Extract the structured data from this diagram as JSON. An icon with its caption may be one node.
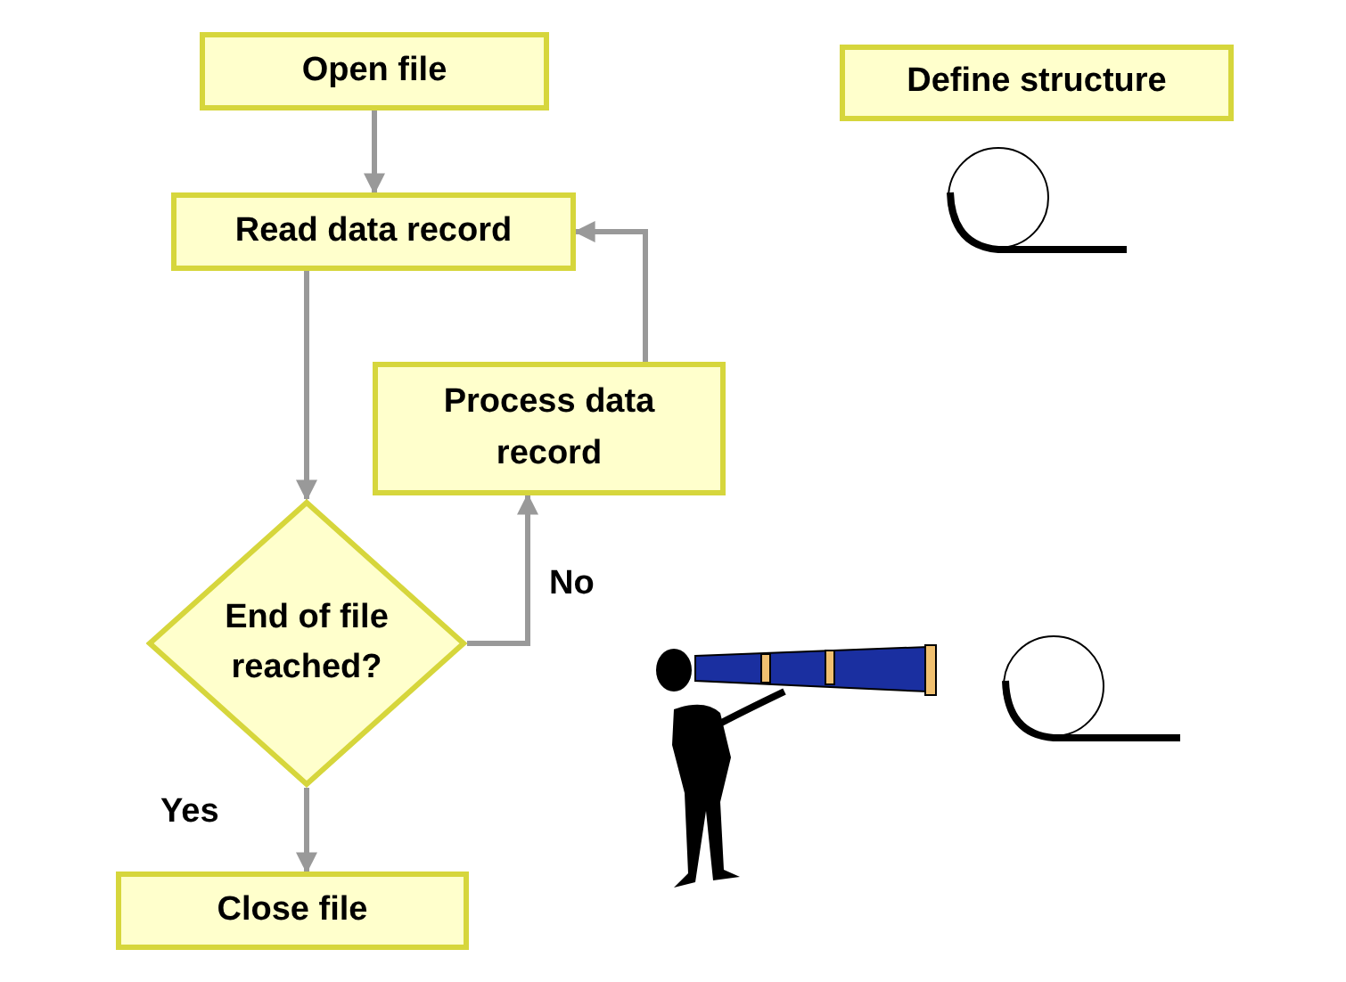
{
  "diagram": {
    "nodes": [
      {
        "text": [
          "Open file"
        ]
      },
      {
        "text": [
          "Read data record"
        ]
      },
      {
        "text": [
          "Process data record"
        ]
      },
      {
        "text": [
          "End of file reached?"
        ]
      },
      {
        "text": [
          "Close file"
        ]
      },
      {
        "text": [
          "Define structure"
        ]
      }
    ],
    "edges": [
      {
        "from": 0,
        "to": 1,
        "arrow": "to"
      },
      {
        "from": 1,
        "to": 3,
        "arrow": "to"
      },
      {
        "from": 3,
        "to": 2,
        "arrow": "to",
        "label": "No"
      },
      {
        "from": 2,
        "to": 1,
        "arrow": "to"
      },
      {
        "from": 3,
        "to": 4,
        "arrow": "to",
        "label": "Yes"
      }
    ]
  }
}
